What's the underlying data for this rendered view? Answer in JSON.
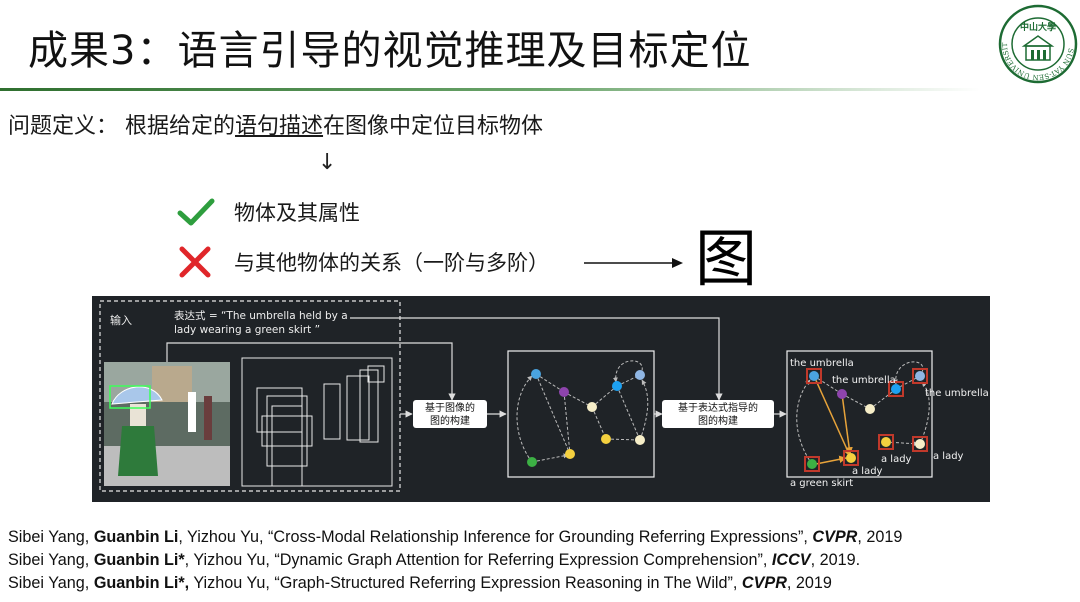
{
  "slide": {
    "title": "成果3：语言引导的视觉推理及目标定位",
    "logo_text": "中山大學",
    "logo_ring_text": "SUN YAT-SEN UNIVERSITY"
  },
  "problem": {
    "label": "问题定义：",
    "text_before": "根据给定的",
    "text_underlined": "语句描述",
    "text_after": "在图像中定位目标物体",
    "arrow": "↓"
  },
  "aspects": [
    {
      "icon": "check-icon",
      "text": "物体及其属性",
      "color": "#2e9e3e"
    },
    {
      "icon": "cross-icon",
      "text": "与其他物体的关系（一阶与多阶）",
      "color": "#e0262a"
    }
  ],
  "graph_char": "图",
  "diagram": {
    "input_label": "输入",
    "expression_line1": "表达式 = “The umbrella held by a",
    "expression_line2": "lady wearing a green skirt ”",
    "box1_line1": "基于图像的",
    "box1_line2": "图的构建",
    "box2_line1": "基于表达式指导的",
    "box2_line2": "图的构建",
    "labels": {
      "the_umbrella_1": "the umbrella",
      "the_umbrella_2": "the umbrella",
      "the_umbrella_3": "the umbrella",
      "a_lady_1": "a lady",
      "a_lady_2": "a lady",
      "a_lady_3": "a lady",
      "a_green_skirt": "a green skirt"
    }
  },
  "references": [
    {
      "authors_a": "Sibei Yang, ",
      "author_b": "Guanbin Li",
      "authors_c": ", Yizhou Yu, ",
      "title": "“Cross-Modal Relationship Inference for Grounding Referring Expressions”, ",
      "venue": "CVPR",
      "year": ", 2019"
    },
    {
      "authors_a": "Sibei Yang, ",
      "author_b": "Guanbin Li*",
      "authors_c": ", Yizhou Yu, ",
      "title": "“Dynamic Graph Attention for Referring Expression Comprehension”, ",
      "venue": "ICCV",
      "year": ", 2019."
    },
    {
      "authors_a": "Sibei Yang, ",
      "author_b": "Guanbin Li*,",
      "authors_c": " Yizhou Yu, ",
      "title": "“Graph-Structured Referring Expression Reasoning in The Wild”, ",
      "venue": "CVPR",
      "year": ", 2019"
    }
  ],
  "colors": {
    "accent_green": "#2f6f2f",
    "diagram_bg": "#1f2327",
    "node_blue": "#4aa3df",
    "node_purple": "#8e44ad",
    "node_yellow": "#f4d03f",
    "node_cream": "#f6eec8",
    "node_green": "#3cb044",
    "highlight_red": "#c0392b"
  }
}
